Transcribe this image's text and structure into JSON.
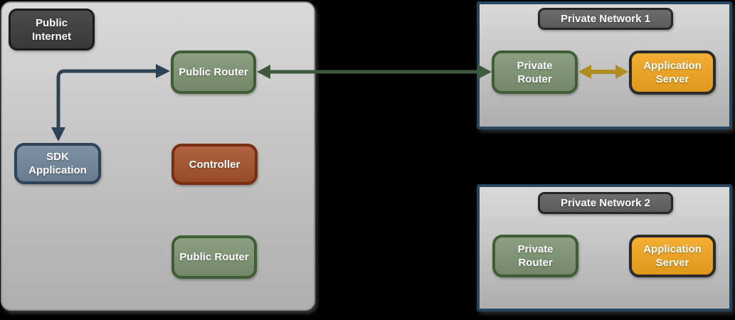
{
  "zones": {
    "public_internet": {
      "label": "Public Internet",
      "nodes": {
        "public_router_top": {
          "label": "Public Router"
        },
        "sdk_application": {
          "label": "SDK Application"
        },
        "controller": {
          "label": "Controller"
        },
        "public_router_bottom": {
          "label": "Public Router"
        }
      }
    },
    "private_network_1": {
      "label": "Private Network 1",
      "nodes": {
        "private_router": {
          "label": "Private Router"
        },
        "application_server": {
          "label": "Application Server"
        }
      }
    },
    "private_network_2": {
      "label": "Private Network 2",
      "nodes": {
        "private_router": {
          "label": "Private Router"
        },
        "application_server": {
          "label": "Application Server"
        }
      }
    }
  },
  "connections": [
    {
      "from": "Public Router (Public Internet)",
      "to": "SDK Application",
      "bidirectional": true,
      "color": "#2f4357"
    },
    {
      "from": "Public Router (Public Internet)",
      "to": "Private Router (Private Network 1)",
      "bidirectional": true,
      "color": "#3d5a3e"
    },
    {
      "from": "Private Router (Private Network 1)",
      "to": "Application Server (Private Network 1)",
      "bidirectional": true,
      "color": "#ae8c1d"
    }
  ],
  "colors": {
    "bg": "#000000",
    "text": "#ffffff",
    "zone_fill_top": "#d9d9d9",
    "zone_fill_bottom": "#aeaeae",
    "zone_border_gray": "#8f8f8f",
    "zone_border_blue": "#27455c",
    "node_green": "#7d9472",
    "node_green_border": "#3f5e37",
    "node_blue": "#70859b",
    "node_blue_border": "#2e4358",
    "node_red": "#a5512c",
    "node_red_border": "#7a2f12",
    "node_orange": "#f2a51d",
    "node_orange_border": "#2b2b2b",
    "badge_dark": "#3f3f3f",
    "badge_dark_border": "#1c1c1c",
    "badge_gray": "#646464",
    "badge_gray_border": "#262626",
    "arrow_navy": "#2f4357",
    "arrow_green": "#3d5a3e",
    "arrow_yellow": "#ae8c1d"
  }
}
